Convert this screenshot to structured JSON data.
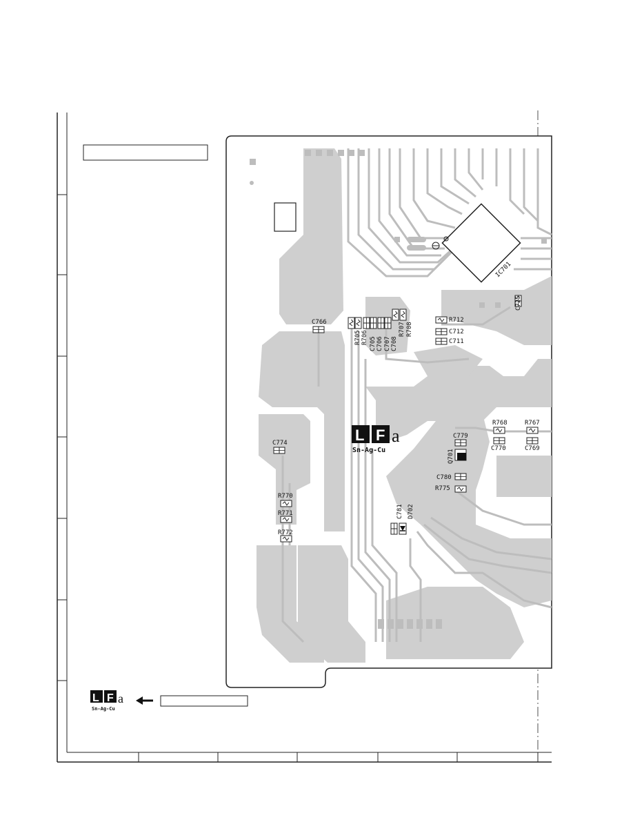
{
  "title_box_text": "",
  "legend_box_text": "",
  "board": {
    "ic_label": "IC701",
    "components": [
      {
        "ref": "C766",
        "kind": "cap"
      },
      {
        "ref": "R705",
        "kind": "res"
      },
      {
        "ref": "R706",
        "kind": "res"
      },
      {
        "ref": "C705",
        "kind": "cap"
      },
      {
        "ref": "C706",
        "kind": "cap"
      },
      {
        "ref": "C707",
        "kind": "cap"
      },
      {
        "ref": "C708",
        "kind": "cap"
      },
      {
        "ref": "R707",
        "kind": "res"
      },
      {
        "ref": "R708",
        "kind": "res"
      },
      {
        "ref": "R712",
        "kind": "res"
      },
      {
        "ref": "C712",
        "kind": "cap"
      },
      {
        "ref": "C711",
        "kind": "cap"
      },
      {
        "ref": "C725",
        "kind": "cap"
      },
      {
        "ref": "C774",
        "kind": "cap"
      },
      {
        "ref": "R770",
        "kind": "res"
      },
      {
        "ref": "R771",
        "kind": "res"
      },
      {
        "ref": "R772",
        "kind": "res"
      },
      {
        "ref": "C779",
        "kind": "cap"
      },
      {
        "ref": "Q701",
        "kind": "transistor"
      },
      {
        "ref": "C780",
        "kind": "cap"
      },
      {
        "ref": "R775",
        "kind": "res"
      },
      {
        "ref": "C781",
        "kind": "cap"
      },
      {
        "ref": "D702",
        "kind": "diode"
      },
      {
        "ref": "R768",
        "kind": "res"
      },
      {
        "ref": "C770",
        "kind": "cap"
      },
      {
        "ref": "R767",
        "kind": "res"
      },
      {
        "ref": "C769",
        "kind": "cap"
      }
    ]
  },
  "lfa_mark": {
    "l": "L",
    "f": "F",
    "a": "a",
    "alloy": "Sn-Ag-Cu"
  },
  "legend_mark": {
    "l": "L",
    "f": "F",
    "a": "a",
    "alloy": "Sn-Ag-Cu",
    "arrow": "left-arrow-icon"
  },
  "colors": {
    "copper": "#cfcfcf",
    "line": "#222222",
    "pad": "#bdbdbd"
  }
}
